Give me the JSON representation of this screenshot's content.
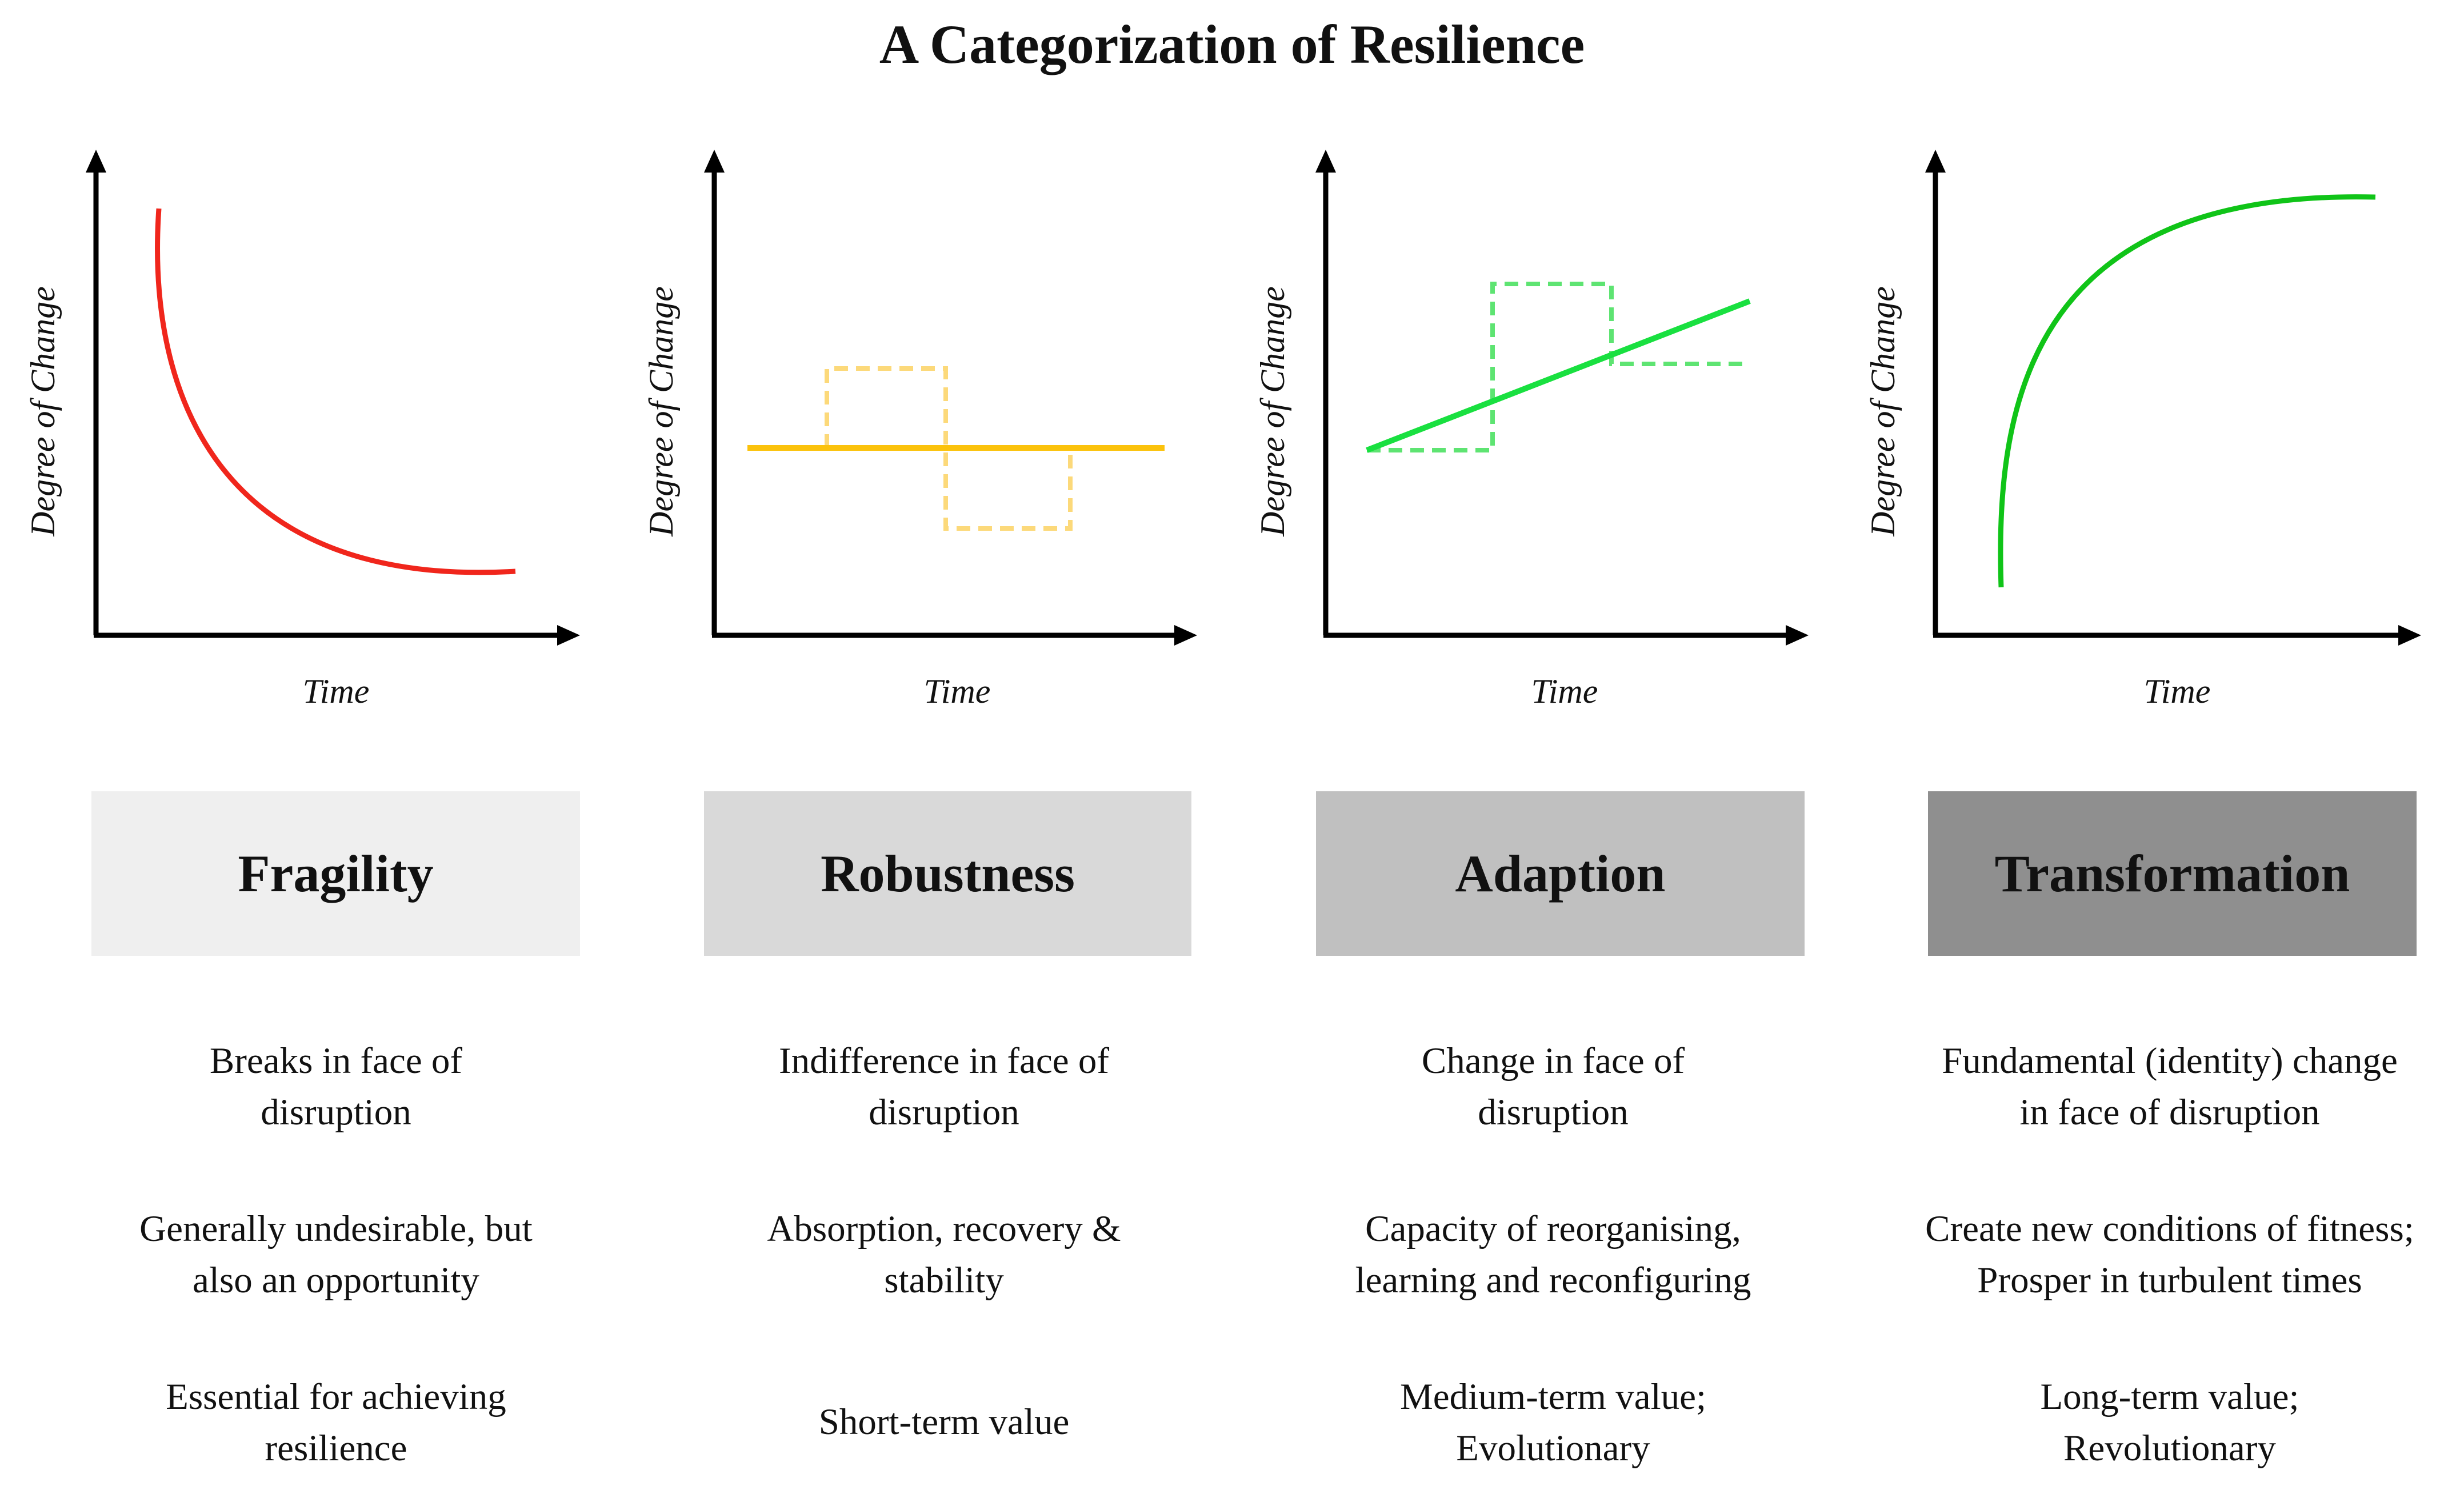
{
  "title": "A Categorization of Resilience",
  "axis": {
    "ylabel": "Degree of Change",
    "xlabel": "Time"
  },
  "colors": {
    "fragility": "#f0261c",
    "robustness": "#fbc20c",
    "robustness_dashed": "#fcd97a",
    "adaption": "#19e040",
    "adaption_dashed": "#5ee472",
    "transformation": "#10c418"
  },
  "categories": [
    {
      "name": "Fragility",
      "box_color": "#efefef",
      "desc": [
        "Breaks in face of\ndisruption",
        "Generally undesirable, but\nalso an opportunity",
        "Essential for achieving\nresilience"
      ]
    },
    {
      "name": "Robustness",
      "box_color": "#d9d9d9",
      "desc": [
        "Indifference in face of\ndisruption",
        "Absorption, recovery &\nstability",
        "Short-term value"
      ]
    },
    {
      "name": "Adaption",
      "box_color": "#c0c0c0",
      "desc": [
        "Change in face of\ndisruption",
        "Capacity of reorganising,\nlearning and reconfiguring",
        "Medium-term value;\nEvolutionary"
      ]
    },
    {
      "name": "Transformation",
      "box_color": "#8f8f8f",
      "desc": [
        "Fundamental (identity) change\nin face of disruption",
        "Create new conditions of fitness;\nProsper in turbulent times",
        "Long-term value;\nRevolutionary"
      ]
    }
  ]
}
